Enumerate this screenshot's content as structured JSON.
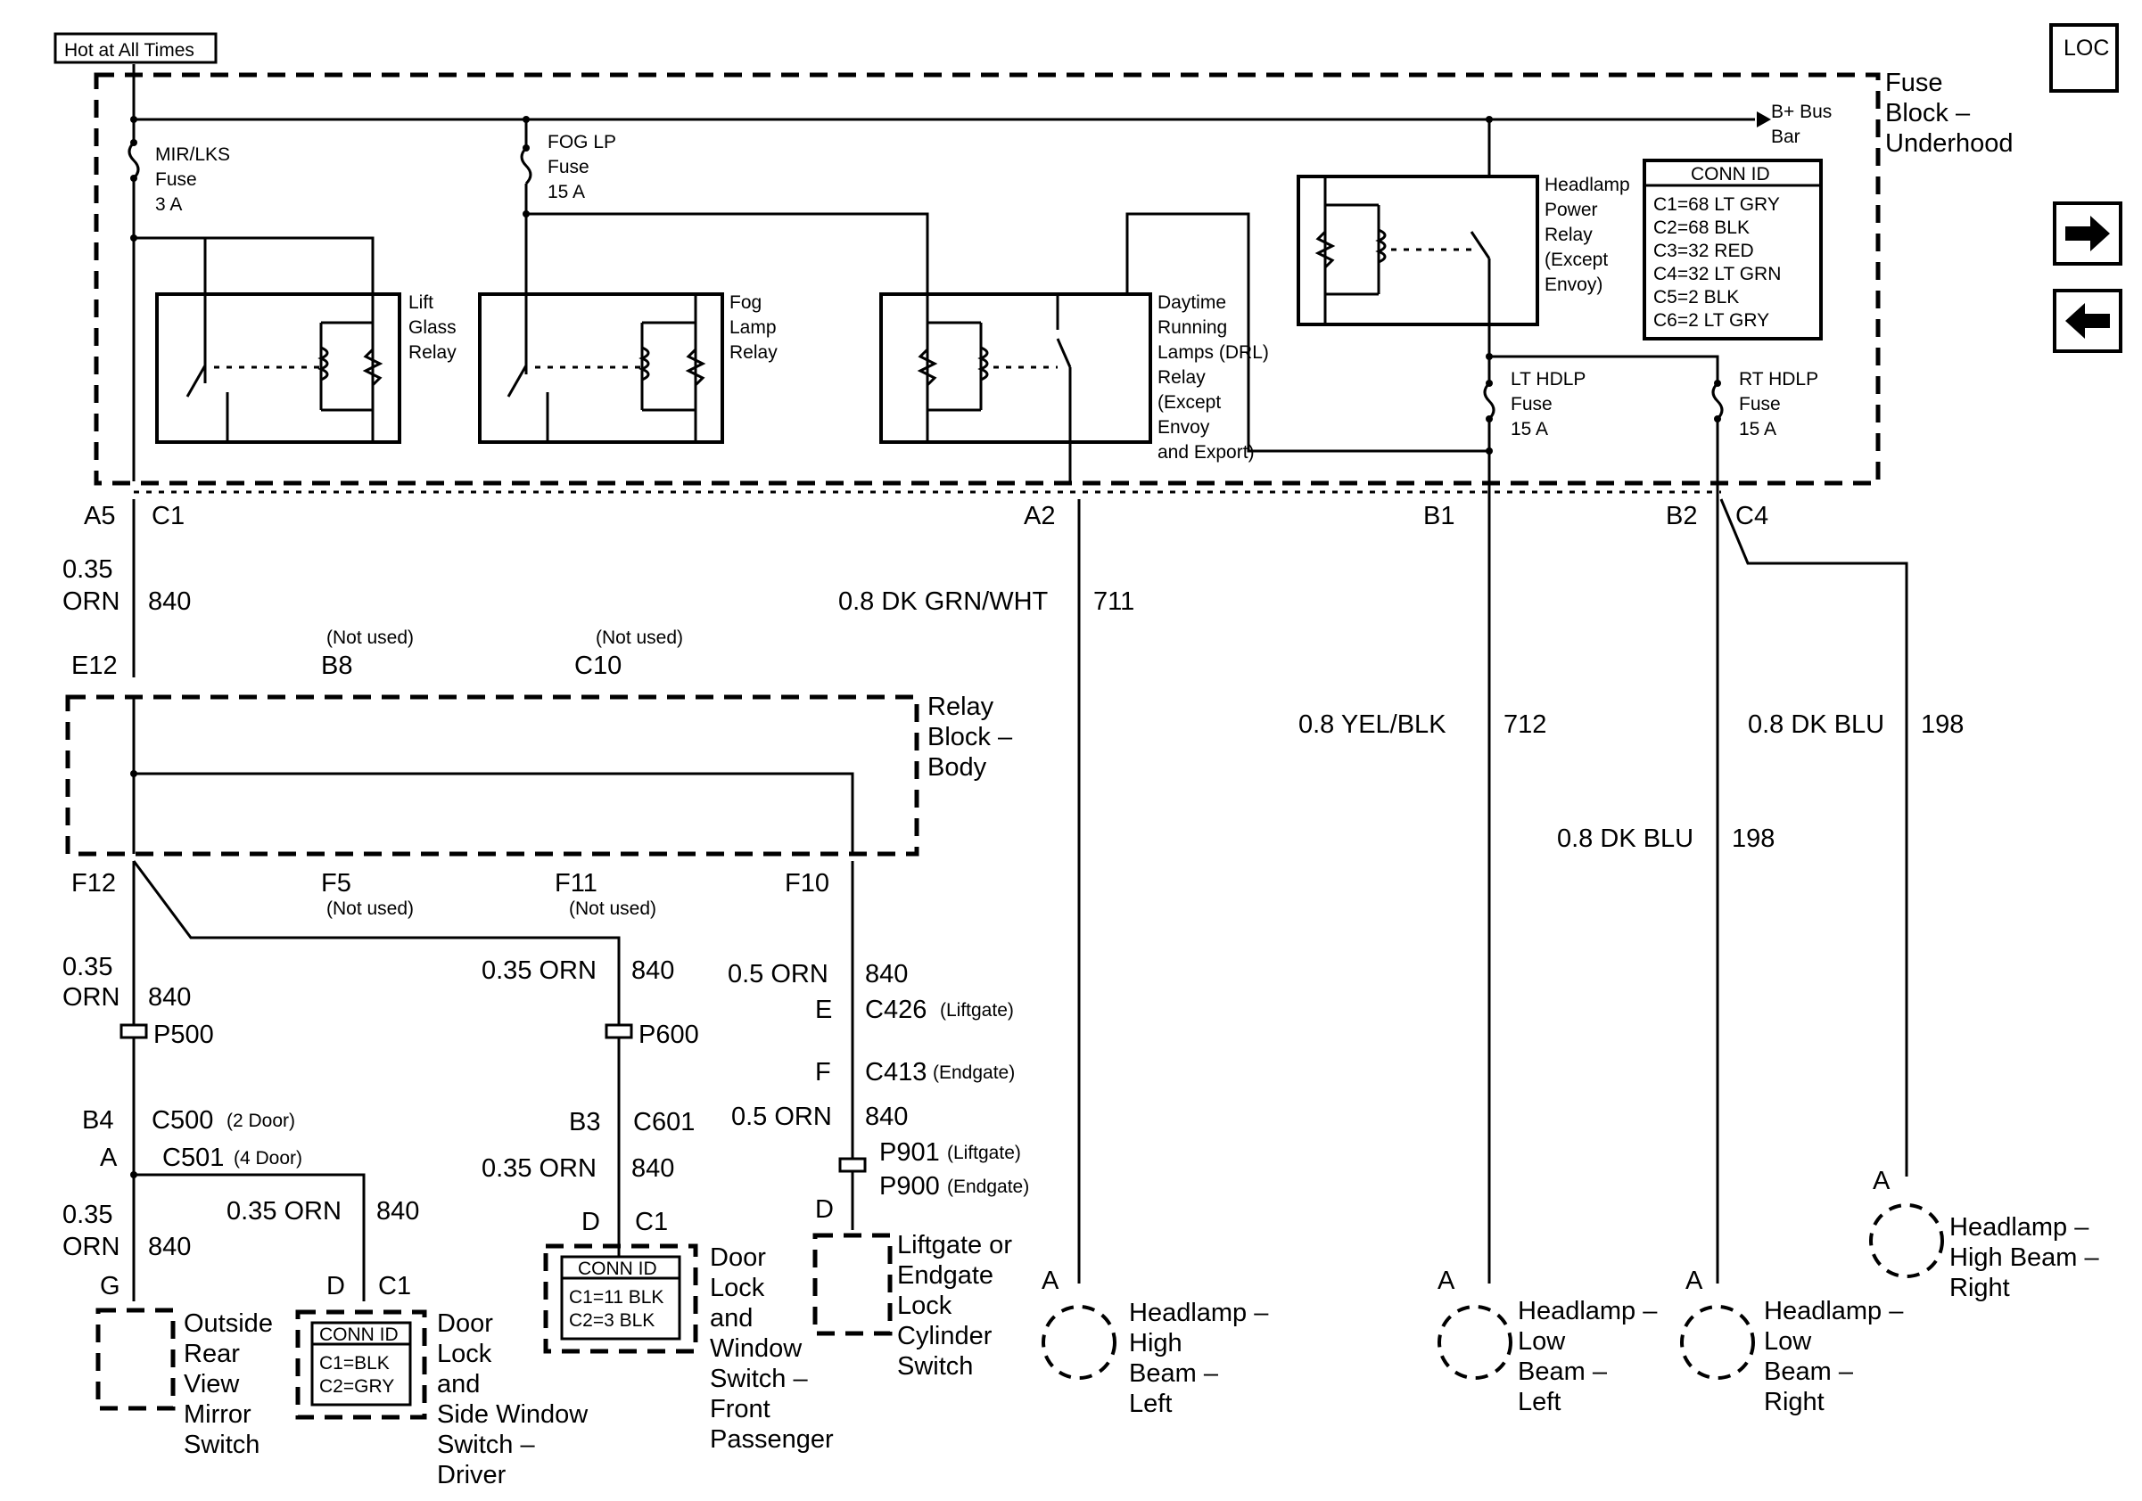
{
  "header": {
    "hot_label": "Hot at All Times"
  },
  "fuse_block": {
    "title": [
      "Fuse",
      "Block –",
      "Underhood"
    ],
    "bus_bar": [
      "B+ Bus",
      "Bar"
    ],
    "fuses": [
      {
        "lines": [
          "MIR/LKS",
          "Fuse",
          "3 A"
        ]
      },
      {
        "lines": [
          "FOG LP",
          "Fuse",
          "15 A"
        ]
      },
      {
        "lines": [
          "LT HDLP",
          "Fuse",
          "15 A"
        ]
      },
      {
        "lines": [
          "RT HDLP",
          "Fuse",
          "15 A"
        ]
      }
    ],
    "relays": [
      {
        "lines": [
          "Lift",
          "Glass",
          "Relay"
        ]
      },
      {
        "lines": [
          "Fog",
          "Lamp",
          "Relay"
        ]
      },
      {
        "lines": [
          "Daytime",
          "Running",
          "Lamps (DRL)",
          "Relay",
          "(Except",
          "Envoy",
          "and Export)"
        ]
      },
      {
        "lines": [
          "Headlamp",
          "Power",
          "Relay",
          "(Except",
          "Envoy)"
        ]
      }
    ],
    "conn_id": {
      "title": "CONN ID",
      "rows": [
        "C1=68 LT GRY",
        "C2=68 BLK",
        "C3=32 RED",
        "C4=32 LT GRN",
        "C5=2 BLK",
        "C6=2 LT GRY"
      ]
    }
  },
  "relay_block": {
    "title": [
      "Relay",
      "Block –",
      "Body"
    ]
  },
  "pins": {
    "a5": "A5",
    "c1": "C1",
    "a2": "A2",
    "b1": "B1",
    "b2": "B2",
    "c4": "C4",
    "e12": "E12",
    "b8": "B8",
    "c10": "C10",
    "not_used": "(Not used)",
    "f12": "F12",
    "f5": "F5",
    "f11": "F11",
    "f10": "F10",
    "e": "E",
    "f": "F",
    "b4": "B4",
    "a": "A",
    "b3": "B3",
    "c601": "C601",
    "d": "D",
    "g": "G"
  },
  "wires": {
    "w035orn": [
      "0.35",
      "ORN"
    ],
    "c840": "840",
    "dkgrnwht": "0.8 DK GRN/WHT",
    "c711": "711",
    "yelblk": "0.8 YEL/BLK",
    "c712": "712",
    "dkblu": "0.8 DK BLU",
    "c198": "198",
    "orn035": "0.35 ORN",
    "orn05": "0.5 ORN"
  },
  "connectors": {
    "p500": "P500",
    "p600": "P600",
    "c426": "C426",
    "liftgate": "(Liftgate)",
    "c413": "C413",
    "endgate": "(Endgate)",
    "p901": "P901",
    "p900": "P900",
    "c500": "C500",
    "c500_note": "(2 Door)",
    "c501": "C501",
    "c501_note": "(4 Door)"
  },
  "components": {
    "mirror_switch": [
      "Outside",
      "Rear",
      "View",
      "Mirror",
      "Switch"
    ],
    "driver_switch": [
      "Door",
      "Lock",
      "and",
      "Side Window",
      "Switch –",
      "Driver"
    ],
    "driver_conn": {
      "title": "CONN ID",
      "rows": [
        "C1=BLK",
        "C2=GRY"
      ]
    },
    "passenger_switch": [
      "Door",
      "Lock",
      "and",
      "Window",
      "Switch –",
      "Front",
      "Passenger"
    ],
    "passenger_conn": {
      "title": "CONN ID",
      "rows": [
        "C1=11 BLK",
        "C2=3 BLK"
      ]
    },
    "liftgate_switch": [
      "Liftgate or",
      "Endgate",
      "Lock",
      "Cylinder",
      "Switch"
    ],
    "hb_left": [
      "Headlamp –",
      "High",
      "Beam –",
      "Left"
    ],
    "lb_left": [
      "Headlamp –",
      "Low",
      "Beam –",
      "Left"
    ],
    "lb_right": [
      "Headlamp –",
      "Low",
      "Beam –",
      "Right"
    ],
    "hb_right": [
      "Headlamp –",
      "High Beam –",
      "Right"
    ]
  },
  "nav": {
    "loc": "LOC"
  }
}
